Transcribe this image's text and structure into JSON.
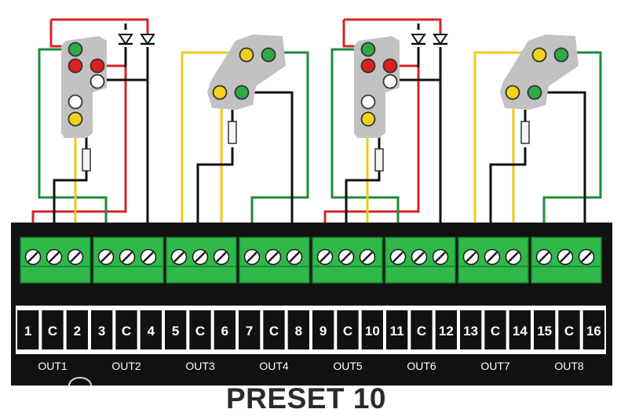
{
  "board": {
    "pin_labels": [
      "1",
      "C",
      "2",
      "3",
      "C",
      "4",
      "5",
      "C",
      "6",
      "7",
      "C",
      "8",
      "9",
      "C",
      "10",
      "11",
      "C",
      "12",
      "13",
      "C",
      "14",
      "15",
      "C",
      "16"
    ],
    "output_labels": [
      "OUT1",
      "OUT2",
      "OUT3",
      "OUT4",
      "OUT5",
      "OUT6",
      "OUT7",
      "OUT8"
    ]
  },
  "title": "PRESET 10",
  "colors": {
    "red_wire": "#d42424",
    "green_wire": "#1e8a3c",
    "yellow_wire": "#f2c81a",
    "black_wire": "#111111",
    "board": "#111111",
    "terminal": "#30b84a",
    "signal_head": "#c2c2c2"
  },
  "signals": [
    {
      "type": "tall",
      "lamps": [
        "green",
        "red",
        "red",
        "white",
        "white",
        "yellow"
      ]
    },
    {
      "type": "angled",
      "lamps": [
        "yellow",
        "green",
        "yellow",
        "green"
      ]
    },
    {
      "type": "tall",
      "lamps": [
        "green",
        "red",
        "red",
        "white",
        "white",
        "yellow"
      ]
    },
    {
      "type": "angled",
      "lamps": [
        "yellow",
        "green",
        "yellow",
        "green"
      ]
    }
  ]
}
